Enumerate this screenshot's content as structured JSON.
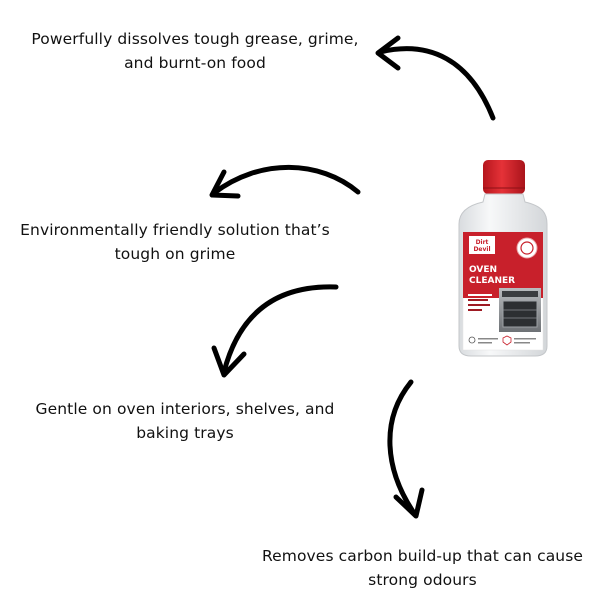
{
  "captions": [
    {
      "line1": "Powerfully dissolves tough grease, grime,",
      "line2": "and burnt-on food"
    },
    {
      "line1": "Environmentally friendly solution that’s",
      "line2": "tough on grime"
    },
    {
      "line1": "Gentle on oven interiors, shelves, and",
      "line2": "baking trays"
    },
    {
      "line1": "Removes carbon build-up that can cause",
      "line2": "strong odours"
    }
  ],
  "product": {
    "brand_line1": "Dirt",
    "brand_line2": "Devil",
    "name_line1": "OVEN",
    "name_line2": "CLEANER",
    "colors": {
      "cap": "#d8232a",
      "label_red": "#c8202b",
      "bottle": "#eef0f2"
    }
  },
  "arrows_icon": "curved-arrow-icon"
}
